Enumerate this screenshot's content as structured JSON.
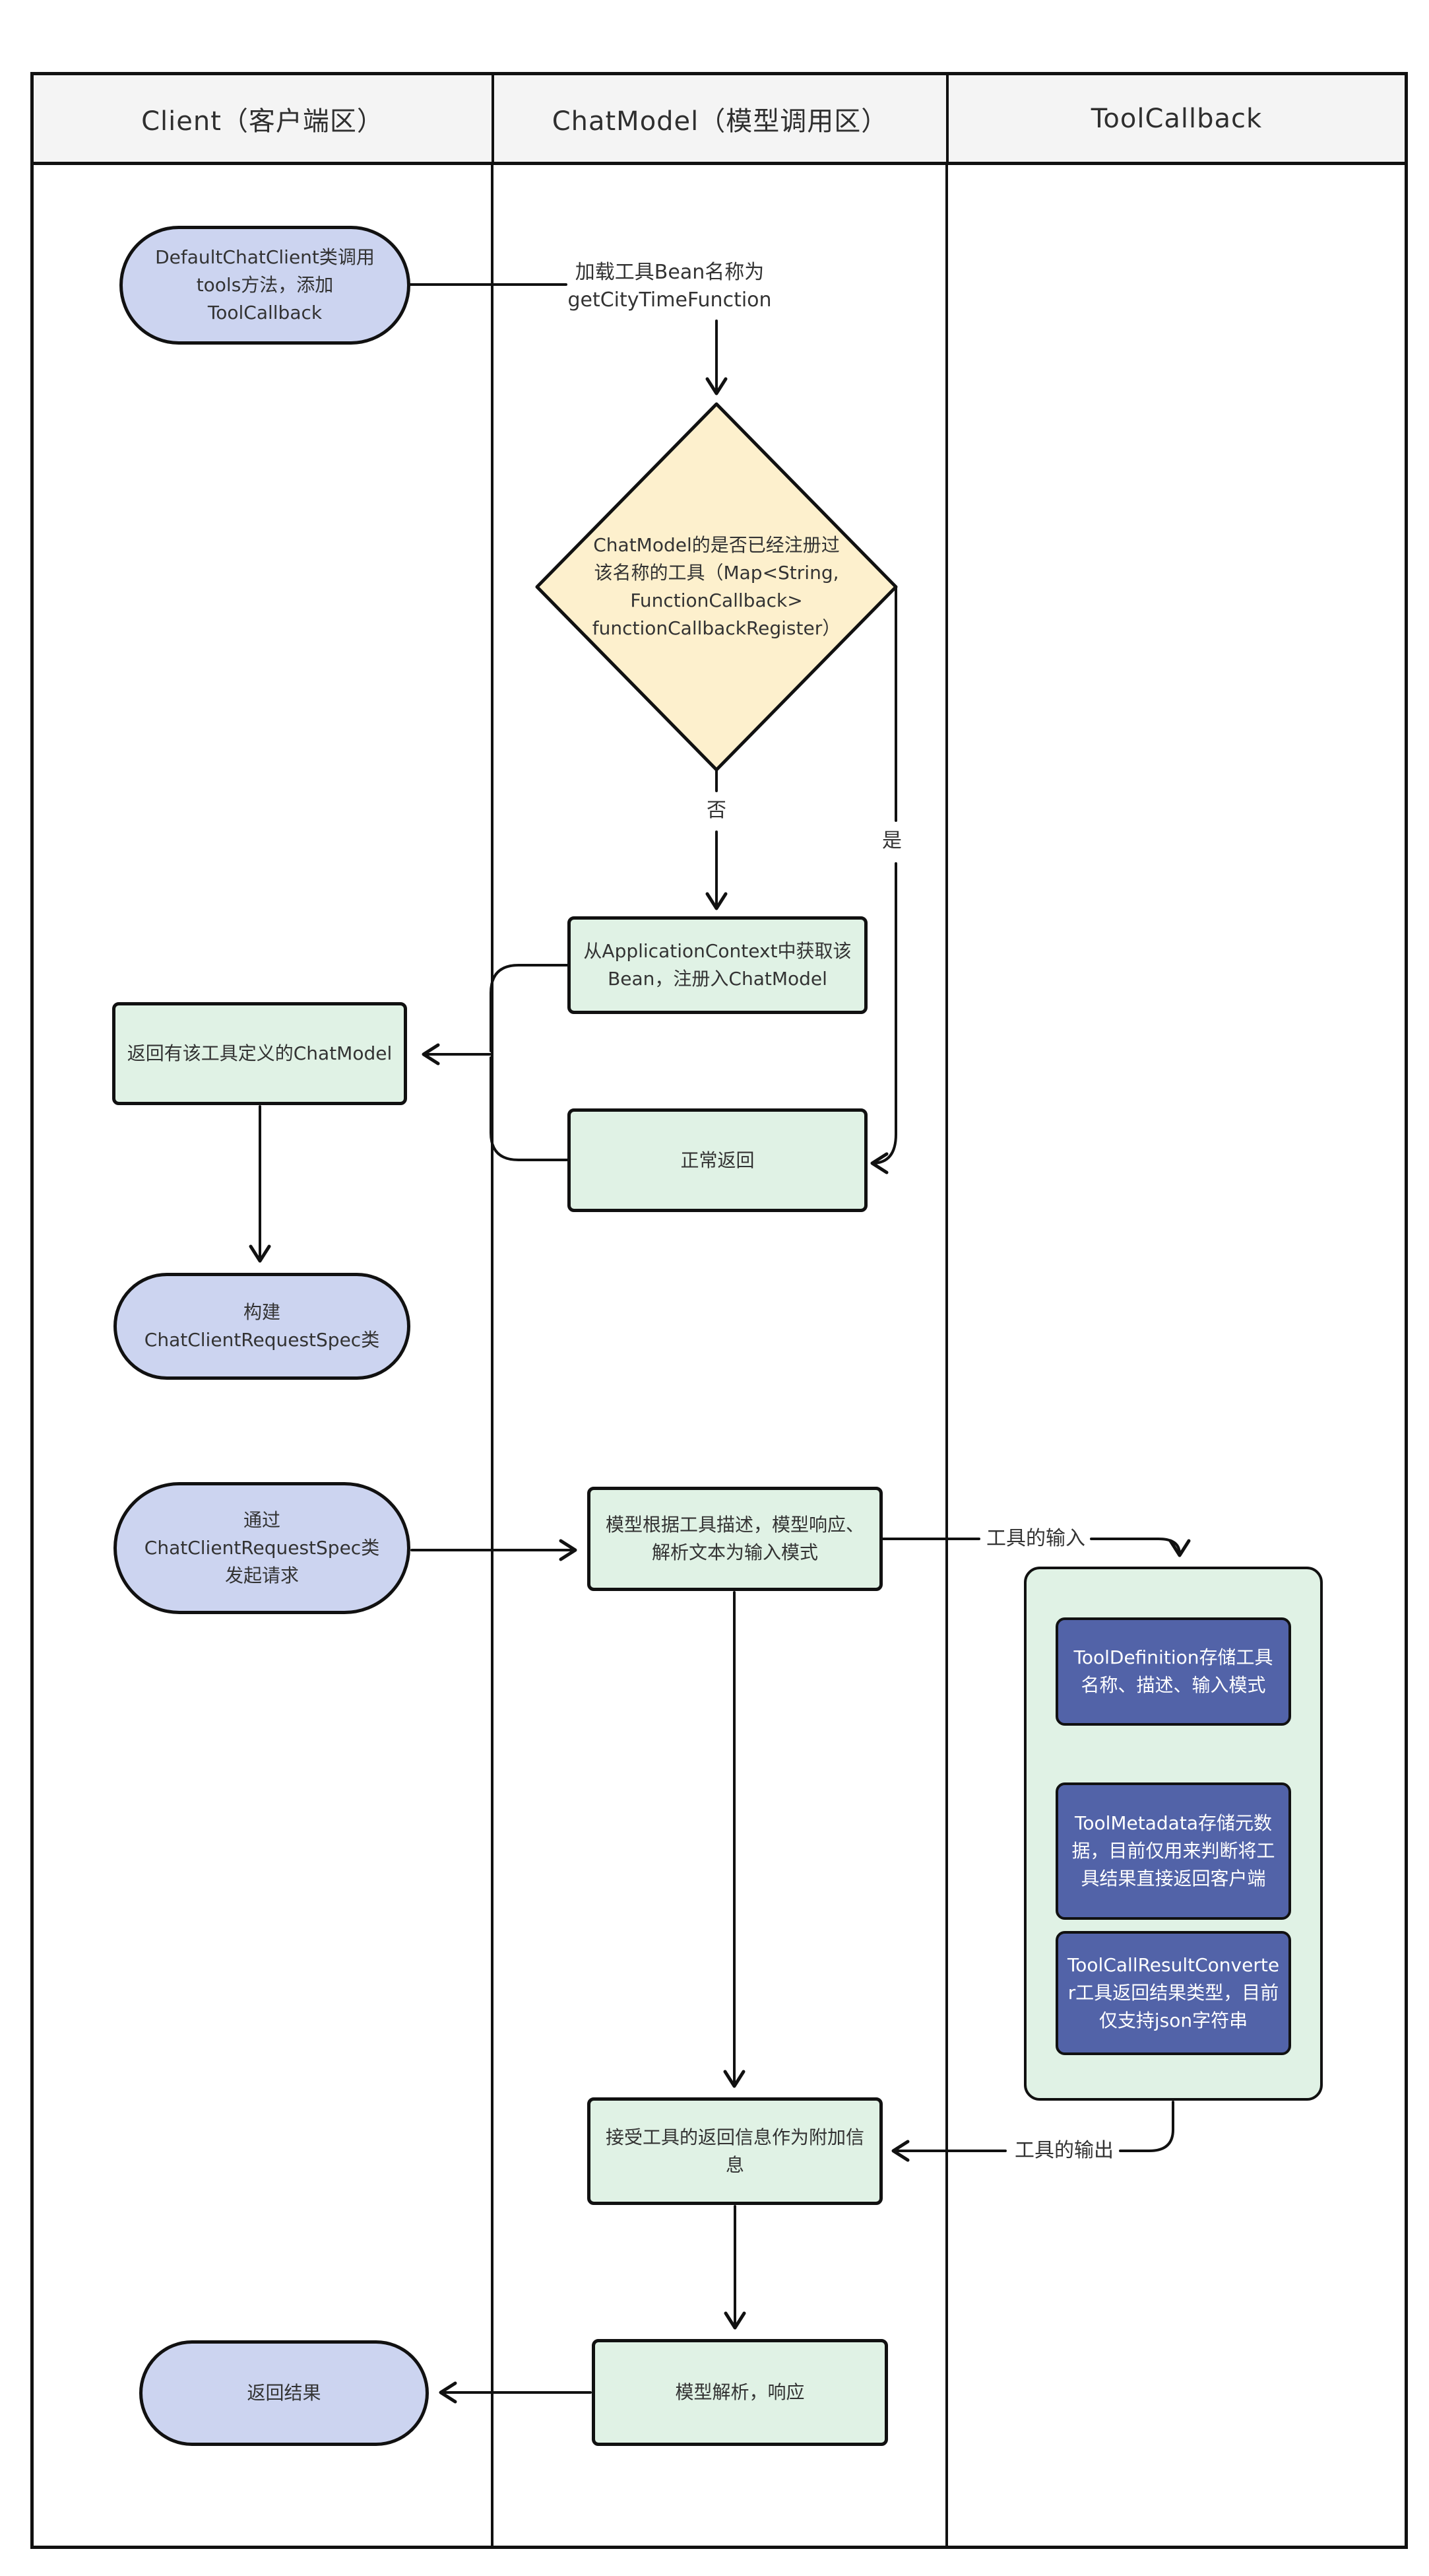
{
  "colors": {
    "line": "#111111",
    "header_bg": "#f4f4f4",
    "header_text": "#2f2f2f",
    "node_text": "#333333",
    "lavender": "#ccd4f0",
    "green": "#e0f2e5",
    "cream": "#fdf0cd",
    "indigo": "#5263a8",
    "white_text": "#ffffff",
    "canvas_bg": "#ffffff"
  },
  "header": {
    "lanes": [
      "Client（客户端区）",
      "ChatModel（模型调用区）",
      "ToolCallback"
    ]
  },
  "client": {
    "start": "DefaultChatClient类调用\ntools方法，添加\nToolCallback",
    "return_chatmodel": "返回有该工具定义的ChatModel",
    "build_spec": "构建\nChatClientRequestSpec类",
    "send_request": "通过\nChatClientRequestSpec类\n发起请求",
    "return_result": "返回结果"
  },
  "chatmodel": {
    "load_bean": "加载工具Bean名称为\ngetCityTimeFunction",
    "decision": "ChatModel的是否已经注册过该名称的工具（Map<String, FunctionCallback> functionCallbackRegister）",
    "get_bean": "从ApplicationContext中获取该Bean，注册入ChatModel",
    "normal_return": "正常返回",
    "model_parse_input": "模型根据工具描述，模型响应、解析文本为输入模式",
    "accept_tool_result": "接受工具的返回信息作为附加信息",
    "model_parse_response": "模型解析，响应"
  },
  "toolcallback": {
    "tool_definition": "ToolDefinition存储工具名称、描述、输入模式",
    "tool_metadata": "ToolMetadata存储元数据，目前仅用来判断将工具结果直接返回客户端",
    "tool_result_converter": "ToolCallResultConverter工具返回结果类型，目前仅支持json字符串"
  },
  "edge_labels": {
    "no": "否",
    "yes": "是",
    "tool_input": "工具的输入",
    "tool_output": "工具的输出"
  }
}
